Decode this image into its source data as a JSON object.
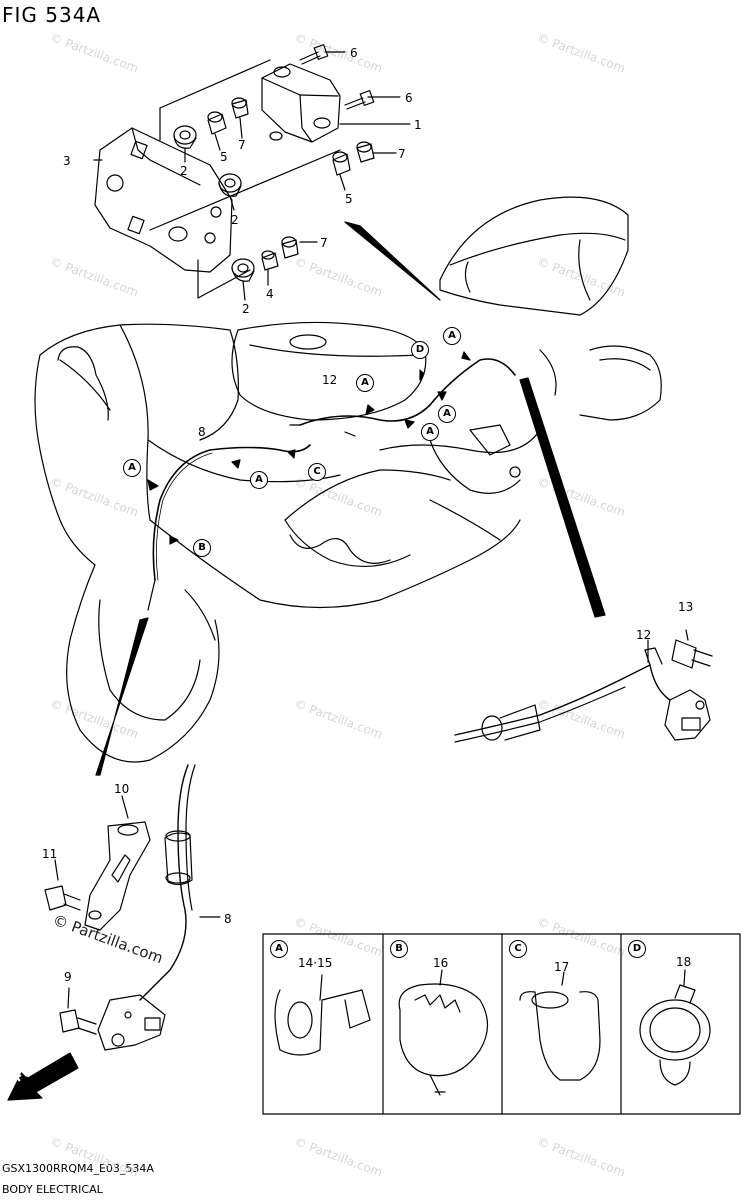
{
  "figure_title": "FIG 534A",
  "footer": {
    "code": "GSX1300RRQM4_E03_534A",
    "section": "BODY ELECTRICAL"
  },
  "watermark": "© Partzilla.com",
  "direction_label": "FWD",
  "callouts": [
    {
      "id": "c1",
      "label": "1"
    },
    {
      "id": "c2a",
      "label": "2"
    },
    {
      "id": "c2b",
      "label": "2"
    },
    {
      "id": "c2c",
      "label": "2"
    },
    {
      "id": "c3",
      "label": "3"
    },
    {
      "id": "c4",
      "label": "4"
    },
    {
      "id": "c5a",
      "label": "5"
    },
    {
      "id": "c5b",
      "label": "5"
    },
    {
      "id": "c6a",
      "label": "6"
    },
    {
      "id": "c6b",
      "label": "6"
    },
    {
      "id": "c7a",
      "label": "7"
    },
    {
      "id": "c7b",
      "label": "7"
    },
    {
      "id": "c7c",
      "label": "7"
    },
    {
      "id": "c8a",
      "label": "8"
    },
    {
      "id": "c8b",
      "label": "8"
    },
    {
      "id": "c9",
      "label": "9"
    },
    {
      "id": "c10",
      "label": "10"
    },
    {
      "id": "c11",
      "label": "11"
    },
    {
      "id": "c12a",
      "label": "12"
    },
    {
      "id": "c12b",
      "label": "12"
    },
    {
      "id": "c13",
      "label": "13"
    }
  ],
  "routing_tags": [
    {
      "id": "tA1",
      "label": "A"
    },
    {
      "id": "tA2",
      "label": "A"
    },
    {
      "id": "tA3",
      "label": "A"
    },
    {
      "id": "tA4",
      "label": "A"
    },
    {
      "id": "tA5",
      "label": "A"
    },
    {
      "id": "tA6",
      "label": "A"
    },
    {
      "id": "tB",
      "label": "B"
    },
    {
      "id": "tC",
      "label": "C"
    },
    {
      "id": "tD",
      "label": "D"
    }
  ],
  "clamp_panels": [
    {
      "tag": "A",
      "part": "14·15"
    },
    {
      "tag": "B",
      "part": "16"
    },
    {
      "tag": "C",
      "part": "17"
    },
    {
      "tag": "D",
      "part": "18"
    }
  ]
}
